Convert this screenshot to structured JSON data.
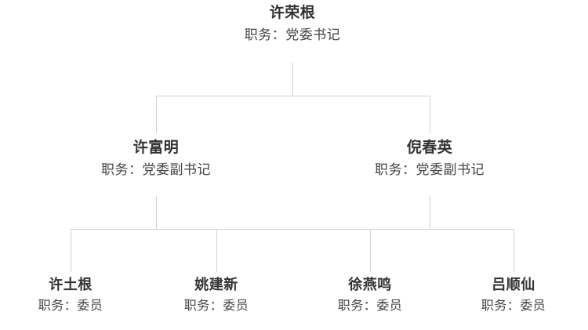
{
  "chart": {
    "type": "org-chart",
    "title_label": "职务",
    "separator": "：",
    "line_color": "#d2d2d2",
    "name_color": "#333333",
    "title_color": "#444444",
    "background": "#ffffff"
  },
  "nodes": {
    "root": {
      "name": "许荣根",
      "title": "职务：党委书记"
    },
    "level2": [
      {
        "name": "许富明",
        "title": "职务：党委副书记"
      },
      {
        "name": "倪春英",
        "title": "职务：党委副书记"
      }
    ],
    "level3": [
      {
        "name": "许土根",
        "title": "职务：委员"
      },
      {
        "name": "姚建新",
        "title": "职务：委员"
      },
      {
        "name": "徐燕鸣",
        "title": "职务：委员"
      },
      {
        "name": "吕顺仙",
        "title": "职务：委员"
      }
    ]
  }
}
